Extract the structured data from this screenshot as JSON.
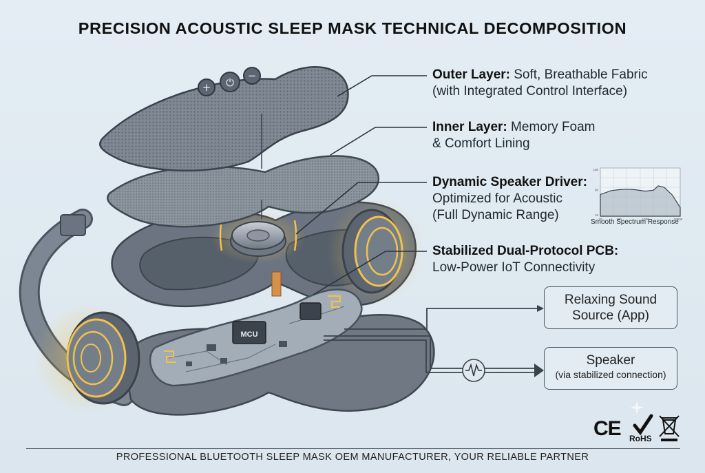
{
  "title": "PRECISION ACOUSTIC SLEEP MASK TECHNICAL DECOMPOSITION",
  "callouts": {
    "outer": {
      "head": "Outer Layer:",
      "line1": " Soft, Breathable Fabric",
      "line2": "(with Integrated Control Interface)"
    },
    "inner": {
      "head": "Inner Layer:",
      "line1": " Memory Foam",
      "line2": "& Comfort Lining"
    },
    "speaker": {
      "head": "Dynamic Speaker Driver:",
      "line2": "Optimized for Acoustic",
      "line3": "(Full Dynamic Range)"
    },
    "pcb": {
      "head": "Stabilized Dual-Protocol PCB:",
      "line2": "Low-Power IoT Connectivity"
    }
  },
  "controls": {
    "plus": "+",
    "minus": "−",
    "power": "⏻"
  },
  "chip_label": "MCU",
  "flow": {
    "source_line1": "Relaxing Sound",
    "source_line2": "Source (App)",
    "speaker_line1": "Speaker",
    "speaker_line2": "(via stabilized connection)"
  },
  "inset_chart": {
    "caption": "Smooth Spectrum Response",
    "y_ticks": [
      "100",
      "50",
      "10"
    ],
    "x_ticks": [
      "20",
      "100",
      "1000",
      "20000"
    ]
  },
  "chart_data": {
    "type": "area",
    "title": "Smooth Spectrum Response",
    "x": [
      20,
      50,
      100,
      200,
      400,
      700,
      1000,
      2000,
      3000,
      5000,
      10000,
      20000
    ],
    "series": [
      {
        "values": [
          45,
          53,
          55,
          56,
          55,
          53,
          52,
          54,
          63,
          60,
          44,
          18
        ]
      }
    ],
    "ylim": [
      0,
      100
    ],
    "grid": true,
    "log_x": true
  },
  "marks": {
    "ce": "CE",
    "rohs": "RoHS"
  },
  "footer": "PROFESSIONAL BLUETOOTH SLEEP MASK OEM MANUFACTURER, YOUR RELIABLE PARTNER",
  "colors": {
    "accent_glow": "#f2c14e",
    "fabric": "#7d8793",
    "pcb": "#9aa4ae",
    "background": "#e0eaf2"
  }
}
